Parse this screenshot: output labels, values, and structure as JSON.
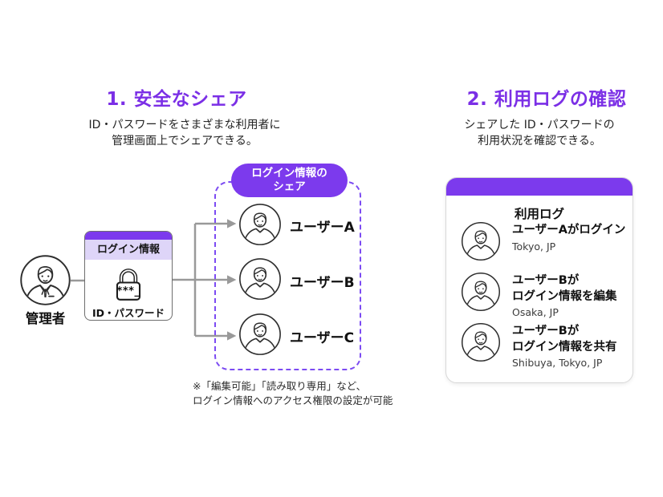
{
  "colors": {
    "accent": "#7C3AED",
    "heading": "#7B2FE6",
    "light_purple": "#DED5F8",
    "dashed": "#7C4BF2",
    "arrow": "#999999"
  },
  "section1": {
    "title": "1. 安全なシェア",
    "subtitle_line1": "ID・パスワードをさまざまな利用者に",
    "subtitle_line2": "管理画面上でシェアできる。",
    "admin_label": "管理者",
    "login_box": {
      "header": "ログイン情報",
      "password_mask": "***_",
      "caption": "ID・パスワード"
    },
    "share_badge_line1": "ログイン情報の",
    "share_badge_line2": "シェア",
    "users": [
      {
        "label": "ユーザーA"
      },
      {
        "label": "ユーザーB"
      },
      {
        "label": "ユーザーC"
      }
    ],
    "footnote_line1": "※「編集可能」「読み取り専用」など、",
    "footnote_line2": "ログイン情報へのアクセス権限の設定が可能"
  },
  "section2": {
    "title": "2. 利用ログの確認",
    "subtitle_line1": "シェアした ID・パスワードの",
    "subtitle_line2": "利用状況を確認できる。",
    "log_panel": {
      "title": "利用ログ",
      "entries": [
        {
          "action_line1": "ユーザーAがログイン",
          "location": "Tokyo, JP"
        },
        {
          "action_line1": "ユーザーBが",
          "action_line2": "ログイン情報を編集",
          "location": "Osaka, JP"
        },
        {
          "action_line1": "ユーザーBが",
          "action_line2": "ログイン情報を共有",
          "location": "Shibuya, Tokyo, JP"
        }
      ]
    }
  }
}
